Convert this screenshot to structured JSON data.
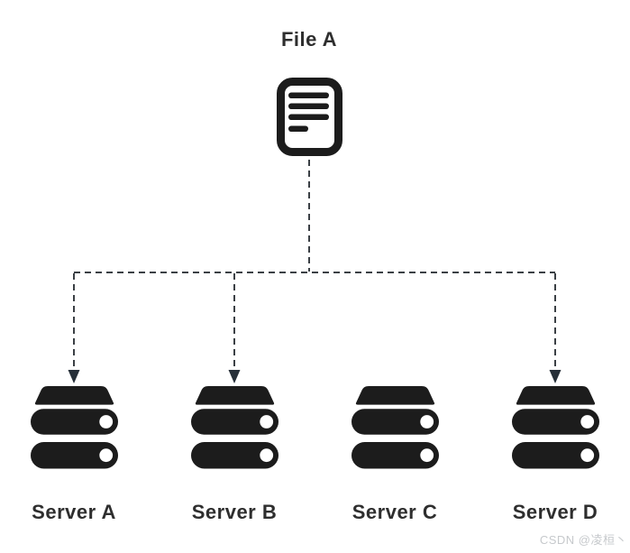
{
  "diagram": {
    "file_node": {
      "label": "File A",
      "icon": "document-icon"
    },
    "servers": [
      {
        "id": "server-a",
        "label": "Server A"
      },
      {
        "id": "server-b",
        "label": "Server B"
      },
      {
        "id": "server-c",
        "label": "Server C"
      },
      {
        "id": "server-d",
        "label": "Server D"
      }
    ],
    "edges": [
      {
        "from": "File A",
        "to": "Server A",
        "style": "dashed",
        "arrow": true
      },
      {
        "from": "File A",
        "to": "Server B",
        "style": "dashed",
        "arrow": true
      },
      {
        "from": "File A",
        "to": "Server D",
        "style": "dashed",
        "arrow": true
      }
    ]
  },
  "watermark": {
    "text": "CSDN @凌桓丶"
  },
  "colors": {
    "background": "#ffffff",
    "icon": "#1c1c1c",
    "connector": "#3b4045",
    "arrowhead": "#262f38",
    "label": "#2e2e2e",
    "watermark": "#c6c9cc"
  }
}
